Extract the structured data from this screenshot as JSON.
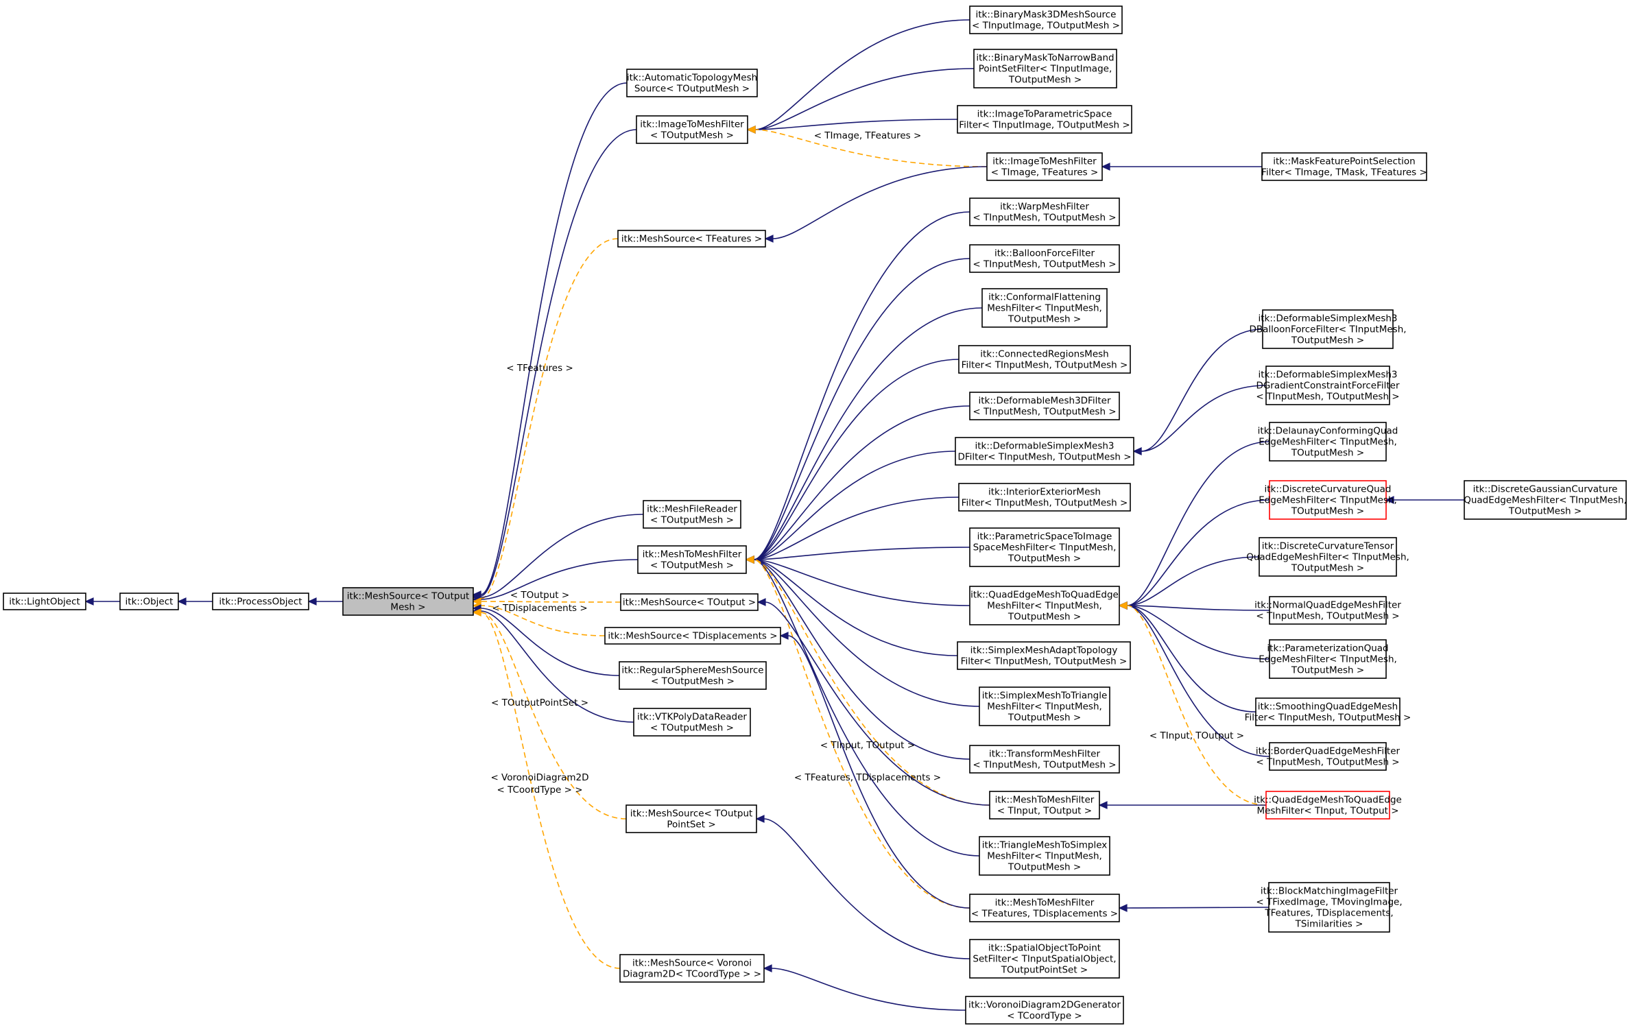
{
  "nodes": [
    {
      "id": "lightobject",
      "lines": [
        "itk::LightObject"
      ],
      "style": "normal"
    },
    {
      "id": "object",
      "lines": [
        "itk::Object"
      ],
      "style": "normal"
    },
    {
      "id": "processobject",
      "lines": [
        "itk::ProcessObject"
      ],
      "style": "normal"
    },
    {
      "id": "meshsource",
      "lines": [
        "itk::MeshSource< TOutput",
        "Mesh >"
      ],
      "style": "gray"
    },
    {
      "id": "automatictopology",
      "lines": [
        "itk::AutomaticTopologyMesh",
        "Source< TOutputMesh >"
      ],
      "style": "normal"
    },
    {
      "id": "imagetomesh",
      "lines": [
        "itk::ImageToMeshFilter",
        "< TOutputMesh >"
      ],
      "style": "normal"
    },
    {
      "id": "ms-tfeatures",
      "lines": [
        "itk::MeshSource< TFeatures >"
      ],
      "style": "normal"
    },
    {
      "id": "meshfilereader",
      "lines": [
        "itk::MeshFileReader",
        "< TOutputMesh >"
      ],
      "style": "normal"
    },
    {
      "id": "meshtomesh",
      "lines": [
        "itk::MeshToMeshFilter",
        "< TOutputMesh >"
      ],
      "style": "normal"
    },
    {
      "id": "ms-toutput",
      "lines": [
        "itk::MeshSource< TOutput >"
      ],
      "style": "normal"
    },
    {
      "id": "ms-tdisp",
      "lines": [
        "itk::MeshSource< TDisplacements >"
      ],
      "style": "normal"
    },
    {
      "id": "regularsphere",
      "lines": [
        "itk::RegularSphereMeshSource",
        "< TOutputMesh >"
      ],
      "style": "normal"
    },
    {
      "id": "vtkpolydata",
      "lines": [
        "itk::VTKPolyDataReader",
        "< TOutputMesh >"
      ],
      "style": "normal"
    },
    {
      "id": "ms-pointset",
      "lines": [
        "itk::MeshSource< TOutput",
        "PointSet >"
      ],
      "style": "normal"
    },
    {
      "id": "ms-voronoi",
      "lines": [
        "itk::MeshSource< Voronoi",
        "Diagram2D< TCoordType > >"
      ],
      "style": "normal"
    },
    {
      "id": "binarymask3d",
      "lines": [
        "itk::BinaryMask3DMeshSource",
        "< TInputImage, TOutputMesh >"
      ],
      "style": "normal"
    },
    {
      "id": "binarymasknarrow",
      "lines": [
        "itk::BinaryMaskToNarrowBand",
        "PointSetFilter< TInputImage,",
        "TOutputMesh >"
      ],
      "style": "normal"
    },
    {
      "id": "imagetoparam",
      "lines": [
        "itk::ImageToParametricSpace",
        "Filter< TInputImage, TOutputMesh >"
      ],
      "style": "normal"
    },
    {
      "id": "imagetomesh-tf",
      "lines": [
        "itk::ImageToMeshFilter",
        "< TImage, TFeatures >"
      ],
      "style": "normal"
    },
    {
      "id": "maskfeature",
      "lines": [
        "itk::MaskFeaturePointSelection",
        "Filter< TImage, TMask, TFeatures >"
      ],
      "style": "normal"
    },
    {
      "id": "warpmesh",
      "lines": [
        "itk::WarpMeshFilter",
        "< TInputMesh, TOutputMesh >"
      ],
      "style": "normal"
    },
    {
      "id": "balloonforce",
      "lines": [
        "itk::BalloonForceFilter",
        "< TInputMesh, TOutputMesh >"
      ],
      "style": "normal"
    },
    {
      "id": "conformal",
      "lines": [
        "itk::ConformalFlattening",
        "MeshFilter< TInputMesh,",
        "TOutputMesh >"
      ],
      "style": "normal"
    },
    {
      "id": "connectedregions",
      "lines": [
        "itk::ConnectedRegionsMesh",
        "Filter< TInputMesh, TOutputMesh >"
      ],
      "style": "normal"
    },
    {
      "id": "deformable3d",
      "lines": [
        "itk::DeformableMesh3DFilter",
        "< TInputMesh, TOutputMesh >"
      ],
      "style": "normal"
    },
    {
      "id": "defsimplex3d",
      "lines": [
        "itk::DeformableSimplexMesh3",
        "DFilter< TInputMesh, TOutputMesh >"
      ],
      "style": "normal"
    },
    {
      "id": "interiorexterior",
      "lines": [
        "itk::InteriorExteriorMesh",
        "Filter< TInputMesh, TOutputMesh >"
      ],
      "style": "normal"
    },
    {
      "id": "paramspacetoimage",
      "lines": [
        "itk::ParametricSpaceToImage",
        "SpaceMeshFilter< TInputMesh,",
        "TOutputMesh >"
      ],
      "style": "normal"
    },
    {
      "id": "quadedge",
      "lines": [
        "itk::QuadEdgeMeshToQuadEdge",
        "MeshFilter< TInputMesh,",
        "TOutputMesh >"
      ],
      "style": "normal"
    },
    {
      "id": "simplexadapt",
      "lines": [
        "itk::SimplexMeshAdaptTopology",
        "Filter< TInputMesh, TOutputMesh >"
      ],
      "style": "normal"
    },
    {
      "id": "simplextotriangle",
      "lines": [
        "itk::SimplexMeshToTriangle",
        "MeshFilter< TInputMesh,",
        "TOutputMesh >"
      ],
      "style": "normal"
    },
    {
      "id": "transformmesh",
      "lines": [
        "itk::TransformMeshFilter",
        "< TInputMesh, TOutputMesh >"
      ],
      "style": "normal"
    },
    {
      "id": "meshtomesh-tio",
      "lines": [
        "itk::MeshToMeshFilter",
        "< TInput, TOutput >"
      ],
      "style": "normal"
    },
    {
      "id": "triangletosimplex",
      "lines": [
        "itk::TriangleMeshToSimplex",
        "MeshFilter< TInputMesh,",
        "TOutputMesh >"
      ],
      "style": "normal"
    },
    {
      "id": "meshtomesh-tfd",
      "lines": [
        "itk::MeshToMeshFilter",
        "< TFeatures, TDisplacements >"
      ],
      "style": "normal"
    },
    {
      "id": "spatialobject",
      "lines": [
        "itk::SpatialObjectToPoint",
        "SetFilter< TInputSpatialObject,",
        "TOutputPointSet >"
      ],
      "style": "normal"
    },
    {
      "id": "voronoigen",
      "lines": [
        "itk::VoronoiDiagram2DGenerator",
        "< TCoordType >"
      ],
      "style": "normal"
    },
    {
      "id": "defsimplexballoon",
      "lines": [
        "itk::DeformableSimplexMesh3",
        "DBalloonForceFilter< TInputMesh,",
        "TOutputMesh >"
      ],
      "style": "normal"
    },
    {
      "id": "defsimplexgradient",
      "lines": [
        "itk::DeformableSimplexMesh3",
        "DGradientConstraintForceFilter",
        "< TInputMesh, TOutputMesh >"
      ],
      "style": "normal"
    },
    {
      "id": "delaunay",
      "lines": [
        "itk::DelaunayConformingQuad",
        "EdgeMeshFilter< TInputMesh,",
        "TOutputMesh >"
      ],
      "style": "normal"
    },
    {
      "id": "discretecurvquad",
      "lines": [
        "itk::DiscreteCurvatureQuad",
        "EdgeMeshFilter< TInputMesh,",
        "TOutputMesh >"
      ],
      "style": "red"
    },
    {
      "id": "discretecurvtensor",
      "lines": [
        "itk::DiscreteCurvatureTensor",
        "QuadEdgeMeshFilter< TInputMesh,",
        "TOutputMesh >"
      ],
      "style": "normal"
    },
    {
      "id": "normalquad",
      "lines": [
        "itk::NormalQuadEdgeMeshFilter",
        "< TInputMesh, TOutputMesh >"
      ],
      "style": "normal"
    },
    {
      "id": "parameterization",
      "lines": [
        "itk::ParameterizationQuad",
        "EdgeMeshFilter< TInputMesh,",
        "TOutputMesh >"
      ],
      "style": "normal"
    },
    {
      "id": "smoothingquad",
      "lines": [
        "itk::SmoothingQuadEdgeMesh",
        "Filter< TInputMesh, TOutputMesh >"
      ],
      "style": "normal"
    },
    {
      "id": "borderquad",
      "lines": [
        "itk::BorderQuadEdgeMeshFilter",
        "< TInputMesh, TOutputMesh >"
      ],
      "style": "normal"
    },
    {
      "id": "quadedge-tio",
      "lines": [
        "itk::QuadEdgeMeshToQuadEdge",
        "MeshFilter< TInput, TOutput >"
      ],
      "style": "red"
    },
    {
      "id": "blockmatching",
      "lines": [
        "itk::BlockMatchingImageFilter",
        "< TFixedImage, TMovingImage,",
        "TFeatures, TDisplacements,",
        "TSimilarities >"
      ],
      "style": "normal"
    },
    {
      "id": "discretegaussian",
      "lines": [
        "itk::DiscreteGaussianCurvature",
        "QuadEdgeMeshFilter< TInputMesh,",
        "TOutputMesh >"
      ],
      "style": "normal"
    }
  ],
  "edge_labels": {
    "tfeatures_main": "< TFeatures >",
    "toutput": "< TOutput >",
    "tdisplacements": "< TDisplacements >",
    "toutputpointset": "< TOutputPointSet >",
    "voronoi_1": "< VoronoiDiagram2D",
    "voronoi_2": "< TCoordType > >",
    "timage_tfeatures": "< TImage, TFeatures >",
    "tinput_toutput_left": "< TInput, TOutput >",
    "tfeatures_tdisp": "< TFeatures, TDisplacements >",
    "tinput_toutput_right": "< TInput, TOutput >"
  },
  "colors": {
    "inheritance_edge": "#191970",
    "template_edge": "#ffa500",
    "highlight_node_fill": "#bfbfbf",
    "undocumented_border": "#ff0000"
  }
}
